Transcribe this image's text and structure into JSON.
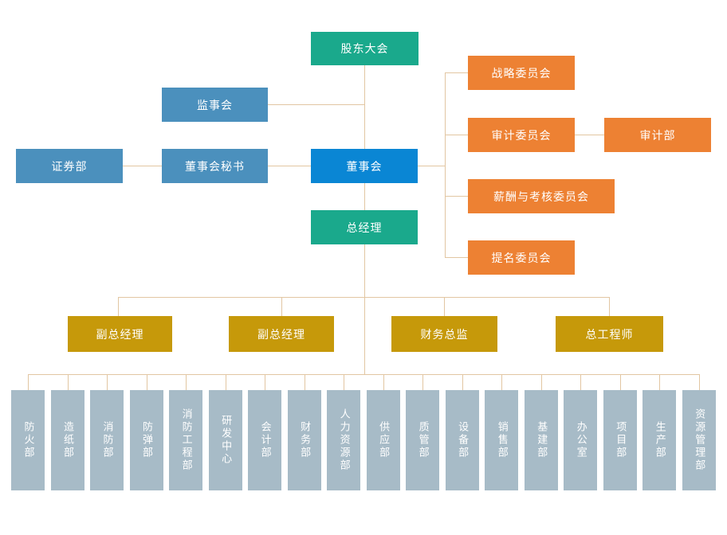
{
  "diagram": {
    "type": "org-chart",
    "colors": {
      "teal": "#1aa98c",
      "blue": "#0a86d4",
      "steel_blue": "#4b90bd",
      "orange": "#ed8133",
      "gold": "#c6990a",
      "gray_blue": "#a7bbc7",
      "connector": "#e2c6a2",
      "text": "#ffffff",
      "background": "#ffffff"
    },
    "nodes": {
      "shareholders": "股东大会",
      "supervisory_board": "监事会",
      "securities_dept": "证券部",
      "board_secretary": "董事会秘书",
      "board_of_directors": "董事会",
      "general_manager": "总经理",
      "strategy_committee": "战略委员会",
      "audit_committee": "审计委员会",
      "audit_dept": "审计部",
      "compensation_committee": "薪酬与考核委员会",
      "nomination_committee": "提名委员会",
      "deputy_gm_1": "副总经理",
      "deputy_gm_2": "副总经理",
      "finance_director": "财务总监",
      "chief_engineer": "总工程师"
    },
    "departments": [
      "防火部",
      "造纸部",
      "消防部",
      "防弹部",
      "消防工程部",
      "研发中心",
      "会计部",
      "财务部",
      "人力资源部",
      "供应部",
      "质管部",
      "设备部",
      "销售部",
      "基建部",
      "办公室",
      "项目部",
      "生产部",
      "资源管理部"
    ]
  }
}
